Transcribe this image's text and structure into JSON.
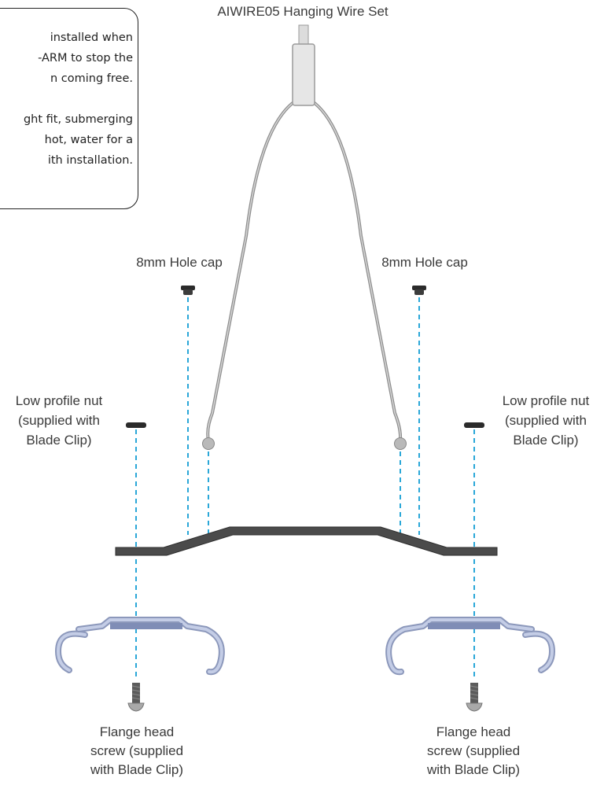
{
  "title": "AIWIRE05 Hanging Wire Set",
  "note": {
    "line1": "installed when",
    "line2": "-ARM to stop the",
    "line3": "n coming free.",
    "line4": "ght fit, submerging",
    "line5": "hot, water for a",
    "line6": "ith installation."
  },
  "labels": {
    "hole_cap_left": "8mm Hole cap",
    "hole_cap_right": "8mm Hole cap",
    "nut_left": [
      "Low profile nut",
      "(supplied with",
      "Blade Clip)"
    ],
    "nut_right": [
      "Low profile nut",
      "(supplied with",
      "Blade Clip)"
    ],
    "screw_left": [
      "Flange head",
      "screw (supplied",
      "with Blade Clip)"
    ],
    "screw_right": [
      "Flange head",
      "screw (supplied",
      "with Blade Clip)"
    ]
  },
  "colors": {
    "guide_line": "#2aa7d8",
    "wire": "#9a9a9a",
    "arm": "#4a4a4a",
    "clip": "#a9b6d6",
    "cap": "#2b2b2b"
  }
}
